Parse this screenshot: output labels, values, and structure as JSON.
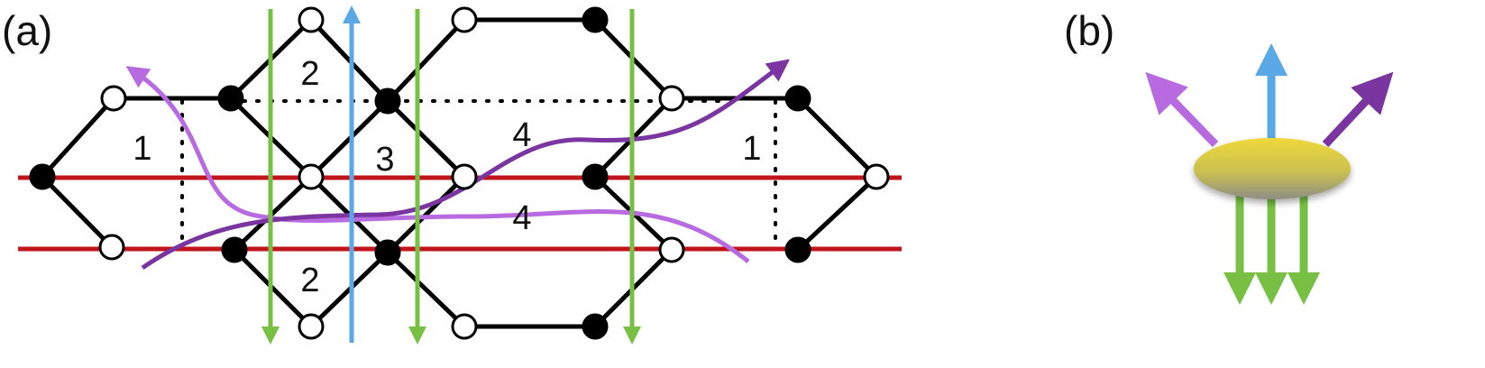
{
  "panels": {
    "a": {
      "label": "(a)"
    },
    "b": {
      "label": "(b)"
    }
  },
  "face_labels": {
    "outer_left": "1",
    "top_left": "2",
    "center": "3",
    "right_upper": "4",
    "right_lower": "4",
    "bottom_left": "2",
    "outer_right": "1"
  },
  "colors": {
    "graph_edge": "#000000",
    "node_black": "#000000",
    "node_white": "#ffffff",
    "horizontal_strand": "#c0161b",
    "green_strand": "#77c043",
    "blue_strand": "#5aa9e6",
    "light_purple_strand": "#b86be0",
    "dark_purple_strand": "#7a35a0",
    "blob_top": "#e8d23b",
    "blob_bottom": "#9a9a88"
  },
  "icons": {
    "node_black": "filled-circle",
    "node_white": "hollow-circle",
    "strand_end": "arrowhead"
  }
}
